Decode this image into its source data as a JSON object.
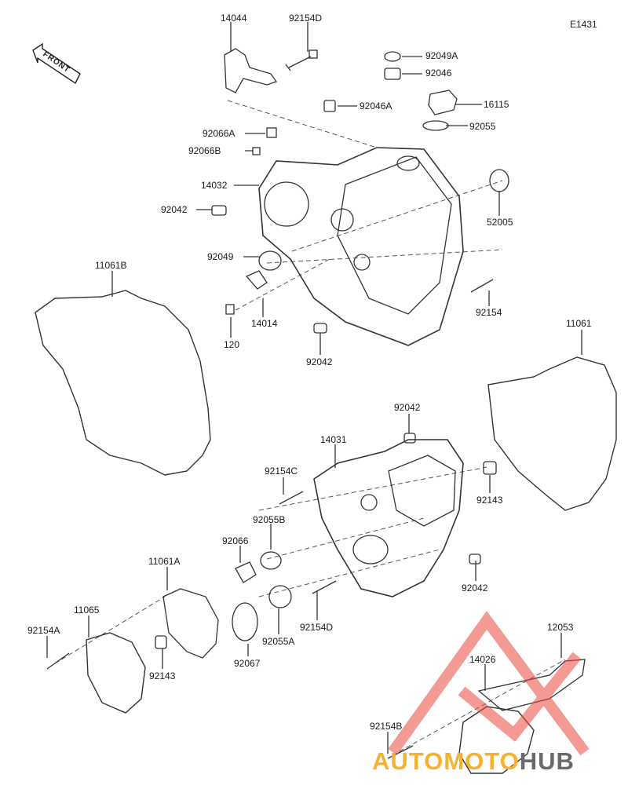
{
  "diagram": {
    "id": "E1431",
    "front_label": "FRONT",
    "watermark": {
      "part1": "AUTOMOTO",
      "part2": "HUB"
    },
    "labels": [
      {
        "key": "14044",
        "text": "14044"
      },
      {
        "key": "92154D_top",
        "text": "92154D"
      },
      {
        "key": "92049A",
        "text": "92049A"
      },
      {
        "key": "92046",
        "text": "92046"
      },
      {
        "key": "92046A",
        "text": "92046A"
      },
      {
        "key": "16115",
        "text": "16115"
      },
      {
        "key": "92055",
        "text": "92055"
      },
      {
        "key": "92066A",
        "text": "92066A"
      },
      {
        "key": "92066B",
        "text": "92066B"
      },
      {
        "key": "14032",
        "text": "14032"
      },
      {
        "key": "92042_a",
        "text": "92042"
      },
      {
        "key": "52005",
        "text": "52005"
      },
      {
        "key": "92049",
        "text": "92049"
      },
      {
        "key": "11061B",
        "text": "11061B"
      },
      {
        "key": "14014",
        "text": "14014"
      },
      {
        "key": "120",
        "text": "120"
      },
      {
        "key": "92154",
        "text": "92154"
      },
      {
        "key": "92042_b",
        "text": "92042"
      },
      {
        "key": "11061",
        "text": "11061"
      },
      {
        "key": "92042_c",
        "text": "92042"
      },
      {
        "key": "14031",
        "text": "14031"
      },
      {
        "key": "92154C",
        "text": "92154C"
      },
      {
        "key": "92143_a",
        "text": "92143"
      },
      {
        "key": "92055B",
        "text": "92055B"
      },
      {
        "key": "92066",
        "text": "92066"
      },
      {
        "key": "11061A",
        "text": "11061A"
      },
      {
        "key": "92042_d",
        "text": "92042"
      },
      {
        "key": "11065",
        "text": "11065"
      },
      {
        "key": "92154A",
        "text": "92154A"
      },
      {
        "key": "92154D_low",
        "text": "92154D"
      },
      {
        "key": "92055A",
        "text": "92055A"
      },
      {
        "key": "92143_b",
        "text": "92143"
      },
      {
        "key": "92067",
        "text": "92067"
      },
      {
        "key": "12053",
        "text": "12053"
      },
      {
        "key": "14026",
        "text": "14026"
      },
      {
        "key": "92154B",
        "text": "92154B"
      }
    ]
  }
}
